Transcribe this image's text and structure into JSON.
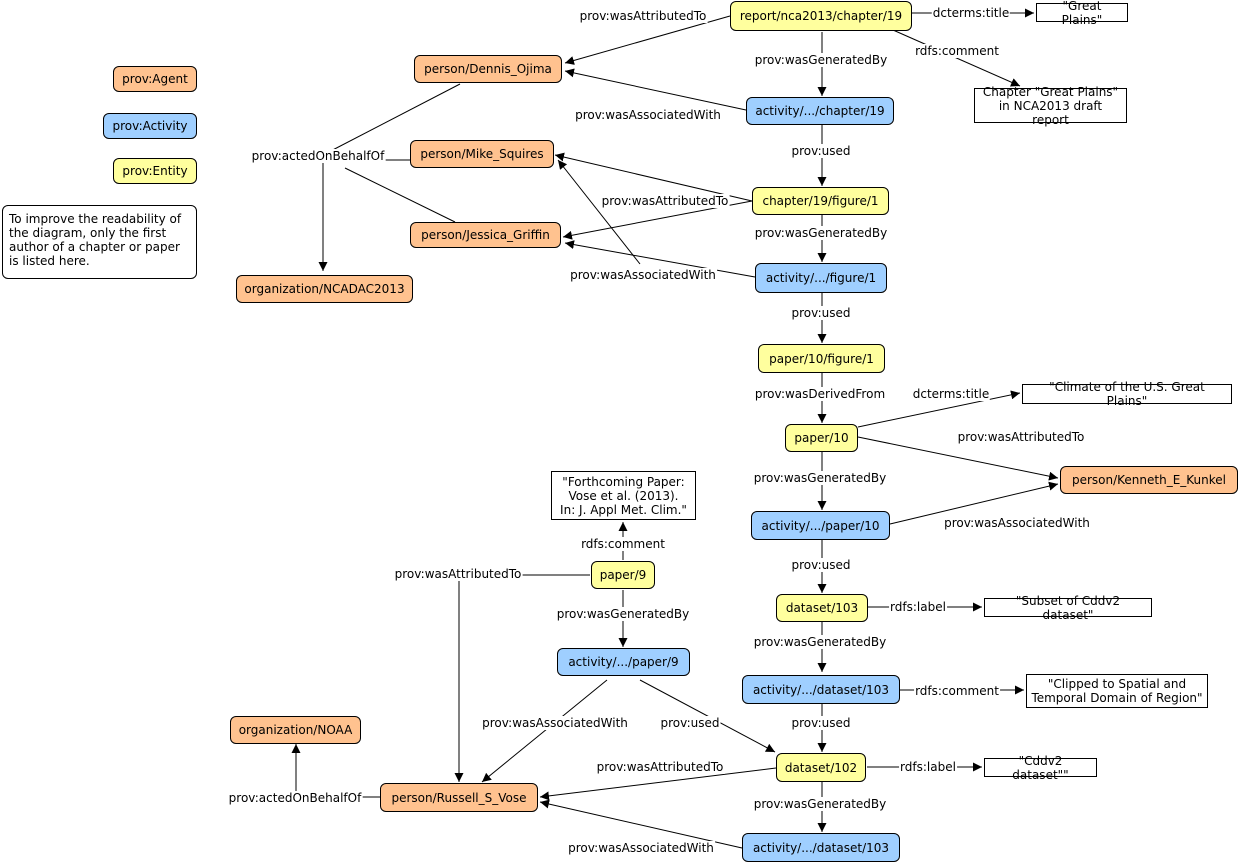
{
  "legend": {
    "agent": "prov:Agent",
    "activity": "prov:Activity",
    "entity": "prov:Entity"
  },
  "note": "To improve the readability of the diagram, only the first author of a chapter or paper is listed here.",
  "nodes": {
    "chapter19": "report/nca2013/chapter/19",
    "dennis": "person/Dennis_Ojima",
    "activity_chapter19": "activity/.../chapter/19",
    "mike": "person/Mike_Squires",
    "figure1": "chapter/19/figure/1",
    "jessica": "person/Jessica_Griffin",
    "ncadac": "organization/NCADAC2013",
    "activity_figure1": "activity/.../figure/1",
    "paper10_figure1": "paper/10/figure/1",
    "paper10": "paper/10",
    "kunkel": "person/Kenneth_E_Kunkel",
    "activity_paper10": "activity/.../paper/10",
    "paper9": "paper/9",
    "dataset103": "dataset/103",
    "activity_paper9": "activity/.../paper/9",
    "activity_dataset103_a": "activity/.../dataset/103",
    "noaa": "organization/NOAA",
    "dataset102": "dataset/102",
    "vose": "person/Russell_S_Vose",
    "activity_dataset103_b": "activity/.../dataset/103"
  },
  "literals": {
    "great_plains": "\"Great Plains\"",
    "chapter_comment": "Chapter \"Great Plains\"\nin NCA2013 draft report",
    "climate_title": "\"Climate of the U.S. Great Plains\"",
    "paper9_comment": "\"Forthcoming Paper:\nVose et al. (2013).\nIn: J. Appl Met. Clim.\"",
    "subset_label": "\"Subset of Cddv2 dataset\"",
    "clipped_comment": "\"Clipped to Spatial and\nTemporal Domain of Region\"",
    "cddv2_label": "\"Cddv2 dataset\"\""
  },
  "edge_labels": {
    "ch19_attributed": "prov:wasAttributedTo",
    "ch19_title": "dcterms:title",
    "ch19_comment": "rdfs:comment",
    "ch19_generated": "prov:wasGeneratedBy",
    "act_ch19_associated": "prov:wasAssociatedWith",
    "acted_on_behalf": "prov:actedOnBehalfOf",
    "act_ch19_used": "prov:used",
    "fig1_attributed": "prov:wasAttributedTo",
    "fig1_generated": "prov:wasGeneratedBy",
    "act_fig1_associated": "prov:wasAssociatedWith",
    "act_fig1_used": "prov:used",
    "derived_from": "prov:wasDerivedFrom",
    "paper10_title": "dcterms:title",
    "paper10_attributed": "prov:wasAttributedTo",
    "paper10_generated": "prov:wasGeneratedBy",
    "act_paper10_associated": "prov:wasAssociatedWith",
    "paper9_comment": "rdfs:comment",
    "paper9_attributed": "prov:wasAttributedTo",
    "act_paper10_used": "prov:used",
    "ds103_label": "rdfs:label",
    "paper9_generated": "prov:wasGeneratedBy",
    "ds103_generated": "prov:wasGeneratedBy",
    "act_ds103_comment": "rdfs:comment",
    "act_paper9_associated": "prov:wasAssociatedWith",
    "act_paper9_used": "prov:used",
    "act_ds103_used": "prov:used",
    "ds102_attributed": "prov:wasAttributedTo",
    "ds102_label": "rdfs:label",
    "vose_acted_on_behalf": "prov:actedOnBehalfOf",
    "ds102_generated": "prov:wasGeneratedBy",
    "act_ds103b_associated": "prov:wasAssociatedWith"
  },
  "colors": {
    "entity": "#ffff9e",
    "activity": "#9fcfff",
    "agent": "#ffc28f"
  }
}
